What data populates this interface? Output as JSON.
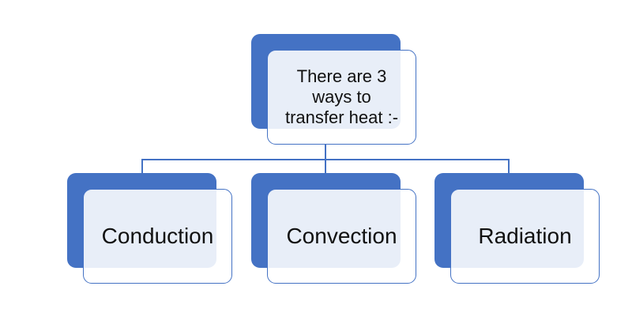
{
  "diagram": {
    "type": "hierarchy",
    "background": "#ffffff",
    "colors": {
      "accent": "#4472C4",
      "node_fill_overlay": "rgba(255,255,255,0.88)",
      "text": "#111111",
      "background": "#ffffff"
    },
    "title_node": {
      "label": "There are 3 ways to transfer heat :-",
      "lines": [
        "There are 3",
        "ways to",
        "transfer heat :-"
      ]
    },
    "child_nodes": [
      {
        "label": "Conduction"
      },
      {
        "label": "Convection"
      },
      {
        "label": "Radiation"
      }
    ]
  }
}
